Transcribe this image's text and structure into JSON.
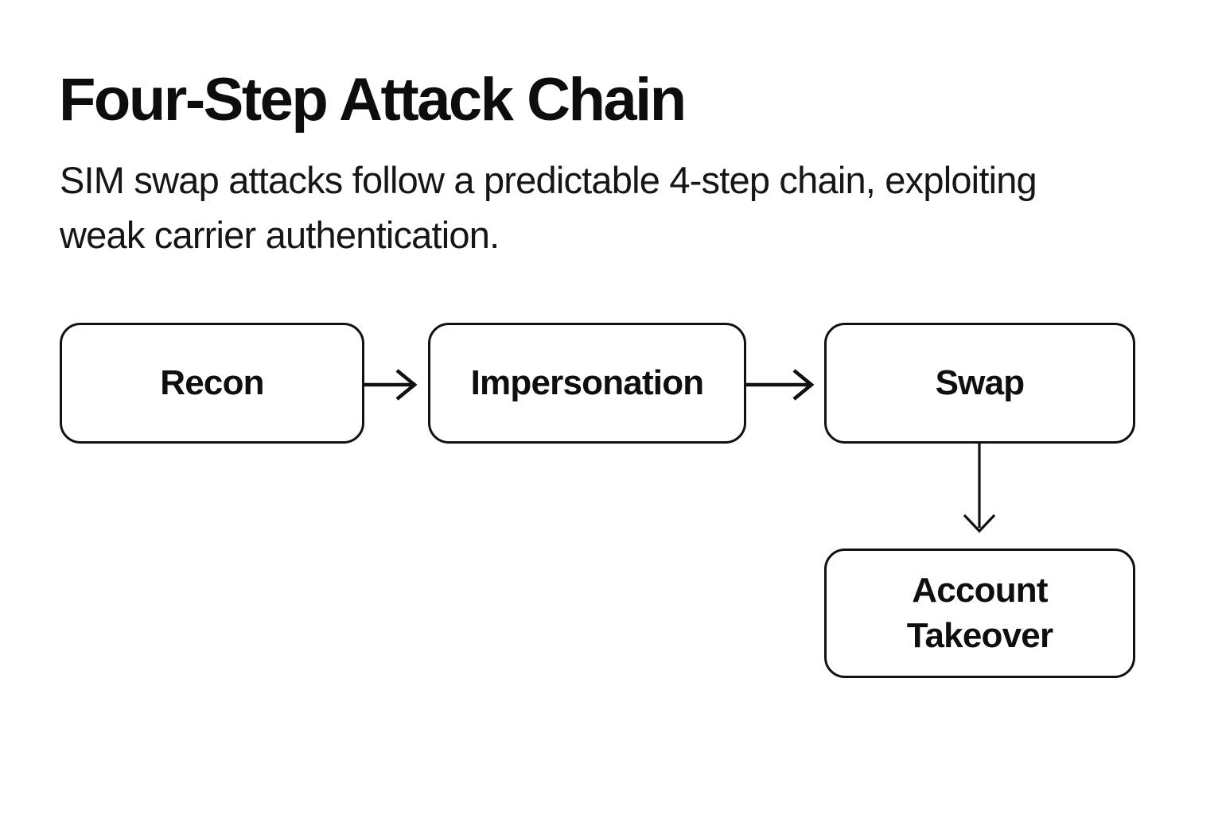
{
  "page": {
    "background_color": "#ffffff",
    "title": "Four-Step Attack Chain",
    "subtitle": "SIM swap attacks follow a predictable 4-step chain, exploiting weak carrier authentication."
  },
  "diagram": {
    "type": "flowchart",
    "nodes": [
      {
        "id": "recon",
        "label": "Recon"
      },
      {
        "id": "impersonation",
        "label": "Impersonation"
      },
      {
        "id": "swap",
        "label": "Swap"
      },
      {
        "id": "account_takeover",
        "label": "Account Takeover"
      }
    ],
    "edges": [
      {
        "from": "recon",
        "to": "impersonation",
        "direction": "right"
      },
      {
        "from": "impersonation",
        "to": "swap",
        "direction": "right"
      },
      {
        "from": "swap",
        "to": "account_takeover",
        "direction": "down"
      }
    ],
    "style": {
      "node_fill": "#ffffff",
      "node_border_color": "#111111",
      "arrow_color": "#111111",
      "text_color": "#111111"
    }
  }
}
